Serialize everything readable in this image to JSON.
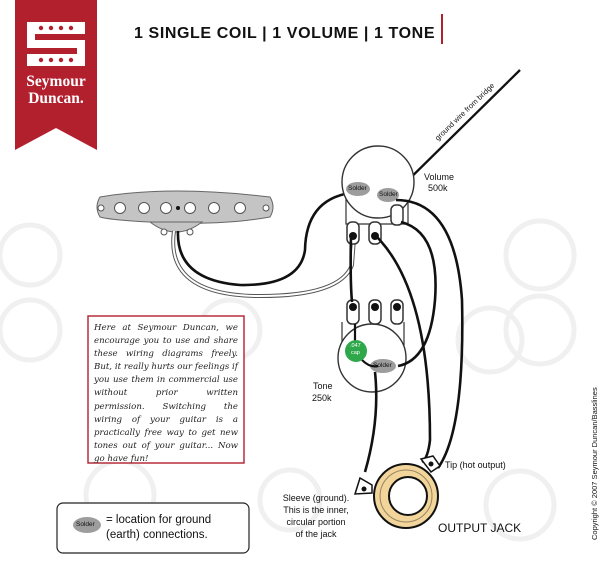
{
  "brand": {
    "line1": "Seymour",
    "line2": "Duncan.",
    "logo_icon": "seymour-duncan-s-logo",
    "color": "#b2202e"
  },
  "title": "1 SINGLE COIL | 1 VOLUME | 1 TONE",
  "labels": {
    "ground_wire": "ground wire from bridge",
    "volume_name": "Volume",
    "volume_value": "500k",
    "tone_name": "Tone",
    "tone_value": "250k",
    "solder": "Solder",
    "cap_line1": ".047",
    "cap_line2": "cap",
    "tip": "Tip (hot output)",
    "sleeve_line1": "Sleeve (ground).",
    "sleeve_line2": "This is the inner,",
    "sleeve_line3": "circular portion",
    "sleeve_line4": "of the jack",
    "output_jack": "OUTPUT JACK"
  },
  "notice": "Here at Seymour Duncan, we encourage you to use and share these wiring diagrams freely. But, it really hurts our feelings if you use them in commercial use without prior written permission. Switching the wiring of your guitar is a practically free way to get new tones out of your guitar... Now go have fun!",
  "legend": {
    "marker": "Solder",
    "line1": "= location for ground",
    "line2": "(earth) connections."
  },
  "copyright": "Copyright © 2007 Seymour Duncan/Basslines",
  "colors": {
    "brand_red": "#b2202e",
    "solder_gray": "#9d9d9d",
    "cap_green": "#2ea84a",
    "wire": "#111111"
  }
}
